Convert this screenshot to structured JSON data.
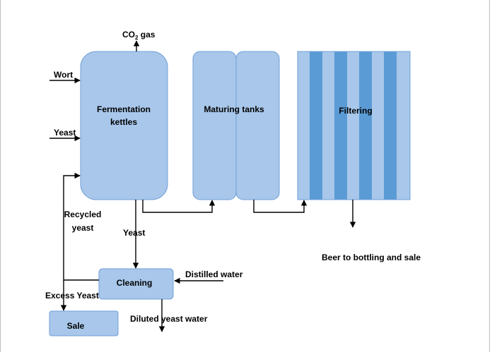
{
  "labels": {
    "co2_main": "CO",
    "co2_sub": "2",
    "co2_rest": " gas",
    "wort": "Wort",
    "yeast_in": "Yeast",
    "fermentation_line1": "Fermentation",
    "fermentation_line2": "kettles",
    "maturing": "Maturing tanks",
    "filtering": "Filtering",
    "recycled_line1": "Recycled",
    "recycled_line2": "yeast",
    "yeast_down": "Yeast",
    "beer_out": "Beer to bottling and sale",
    "cleaning": "Cleaning",
    "distilled": "Distilled water",
    "excess": "Excess Yeast",
    "diluted": "Diluted yeast water",
    "sale": "Sale"
  },
  "colors": {
    "box_fill": "#a8c7ea",
    "box_stroke": "#6f9fd8",
    "stripe_light": "#a8c7ea",
    "stripe_dark": "#5b9bd5",
    "line": "#000000"
  }
}
